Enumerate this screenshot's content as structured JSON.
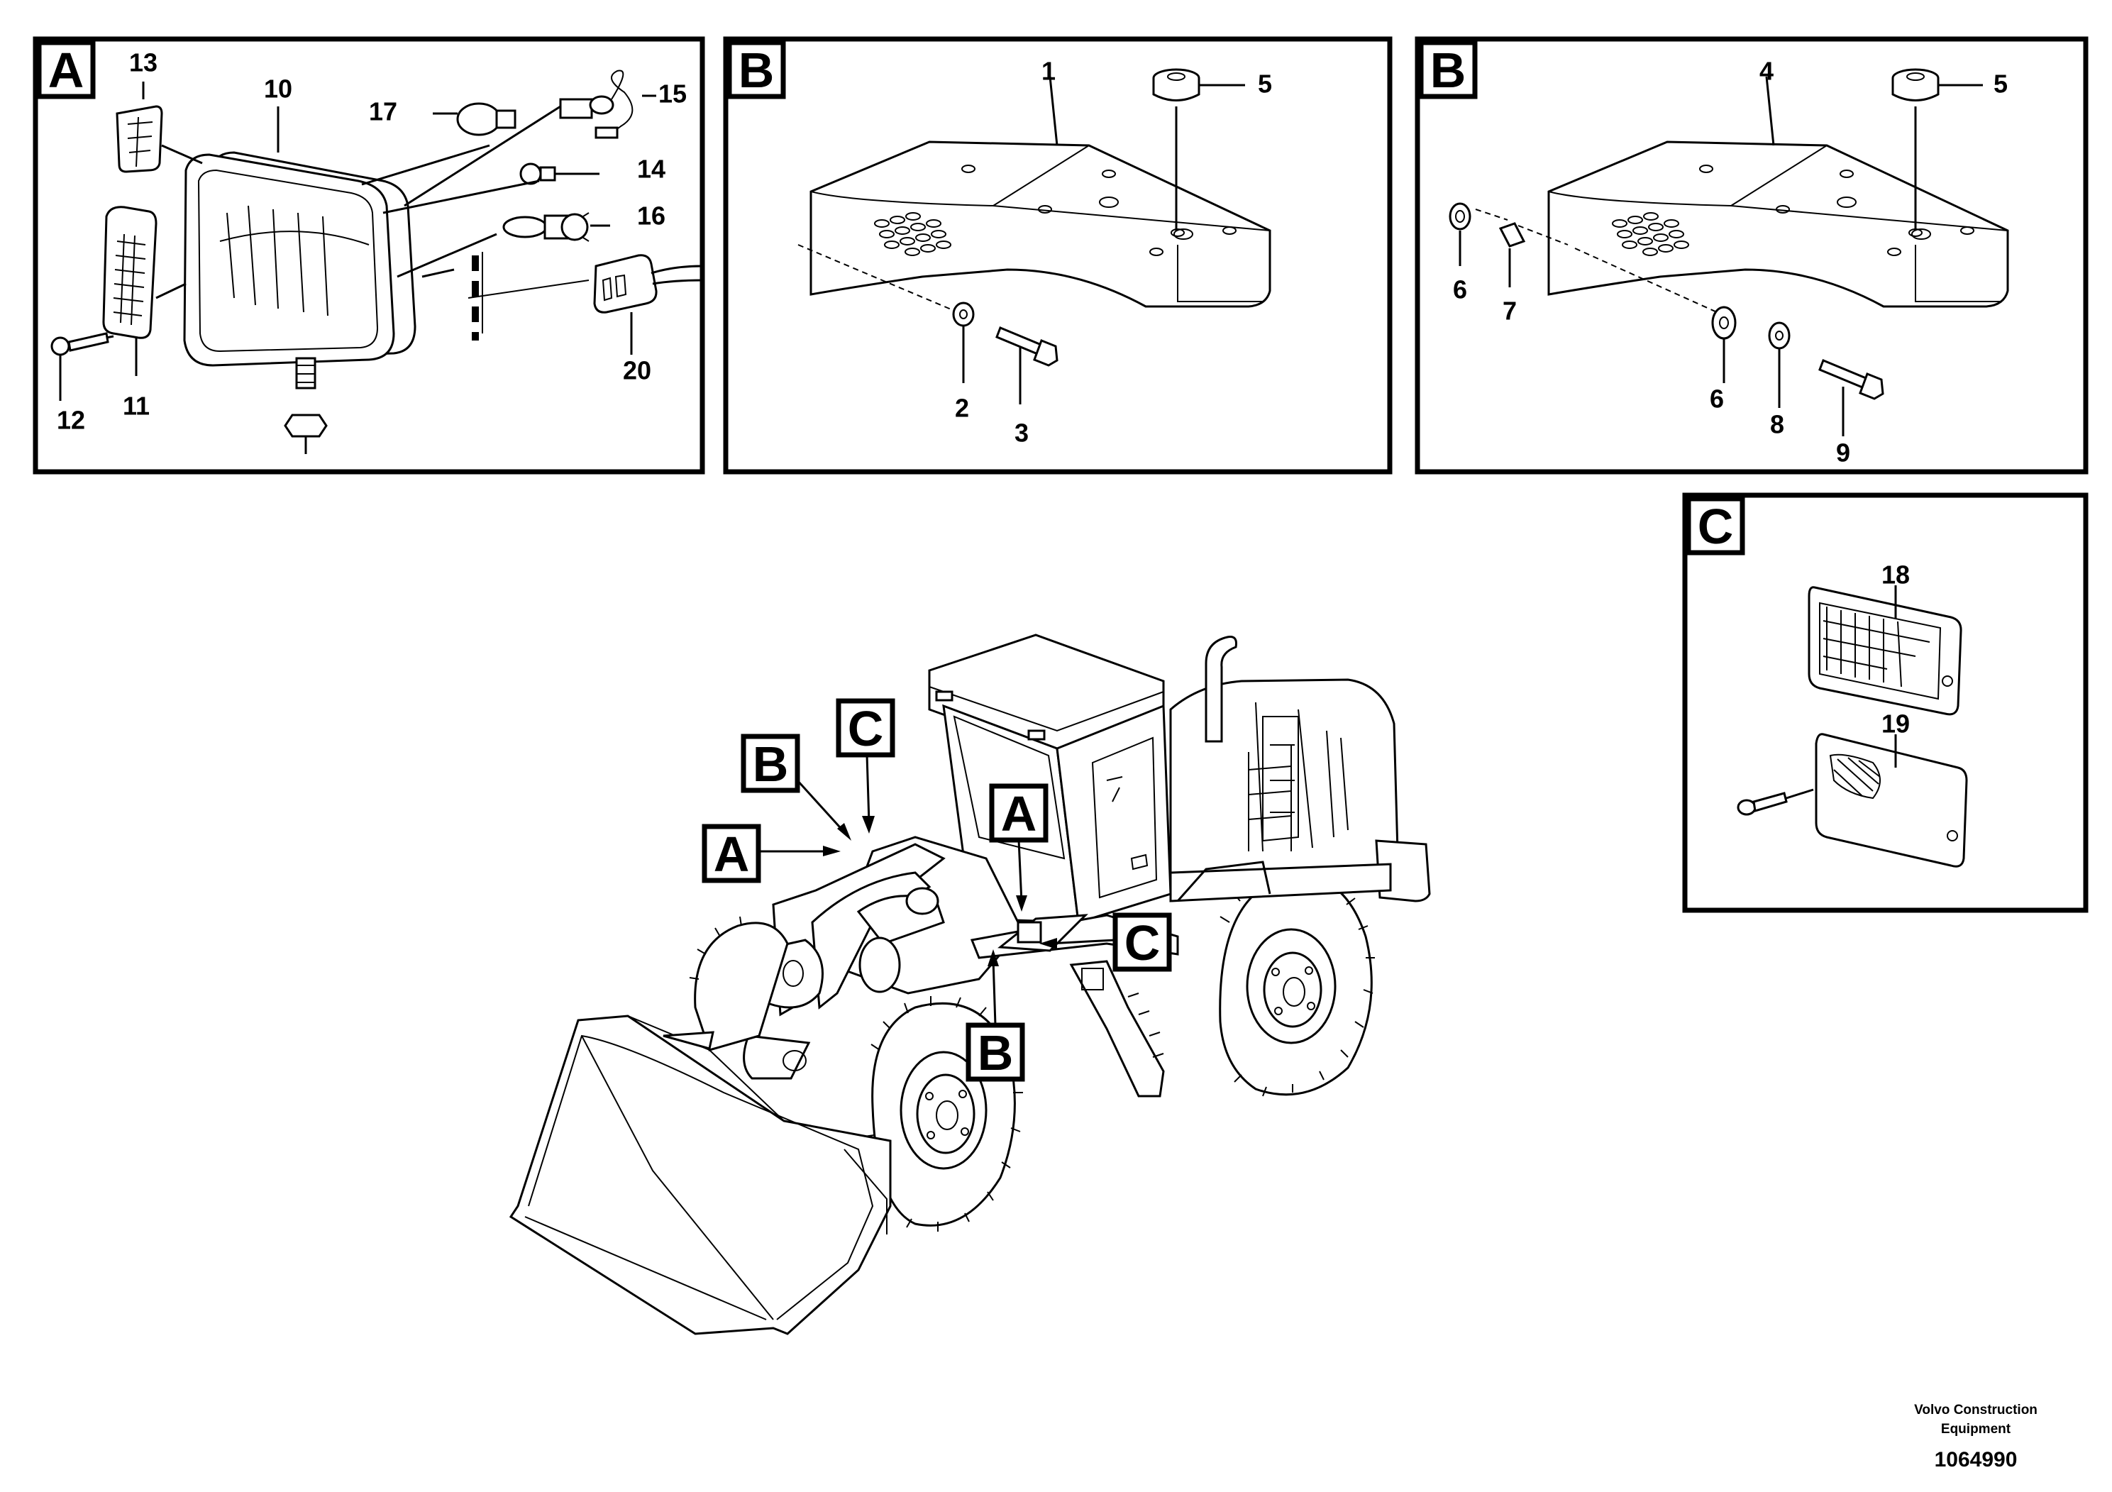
{
  "panels": {
    "A": {
      "tag": "A",
      "numbers": {
        "n10": "10",
        "n11": "11",
        "n12": "12",
        "n13": "13",
        "n14": "14",
        "n15": "15",
        "n16": "16",
        "n17": "17",
        "n20": "20"
      }
    },
    "B1": {
      "tag": "B",
      "numbers": {
        "n1": "1",
        "n2": "2",
        "n3": "3",
        "n5": "5"
      }
    },
    "B2": {
      "tag": "B",
      "numbers": {
        "n4": "4",
        "n5": "5",
        "n6a": "6",
        "n6b": "6",
        "n7": "7",
        "n8": "8",
        "n9": "9"
      }
    },
    "C": {
      "tag": "C",
      "numbers": {
        "n18": "18",
        "n19": "19"
      }
    }
  },
  "machine_callouts": {
    "c_top": "C",
    "b_left": "B",
    "a_left": "A",
    "a_cab": "A",
    "c_step": "C",
    "b_bottom": "B"
  },
  "footer": {
    "company_line1": "Volvo Construction",
    "company_line2": "Equipment",
    "drawing_number": "1064990"
  }
}
